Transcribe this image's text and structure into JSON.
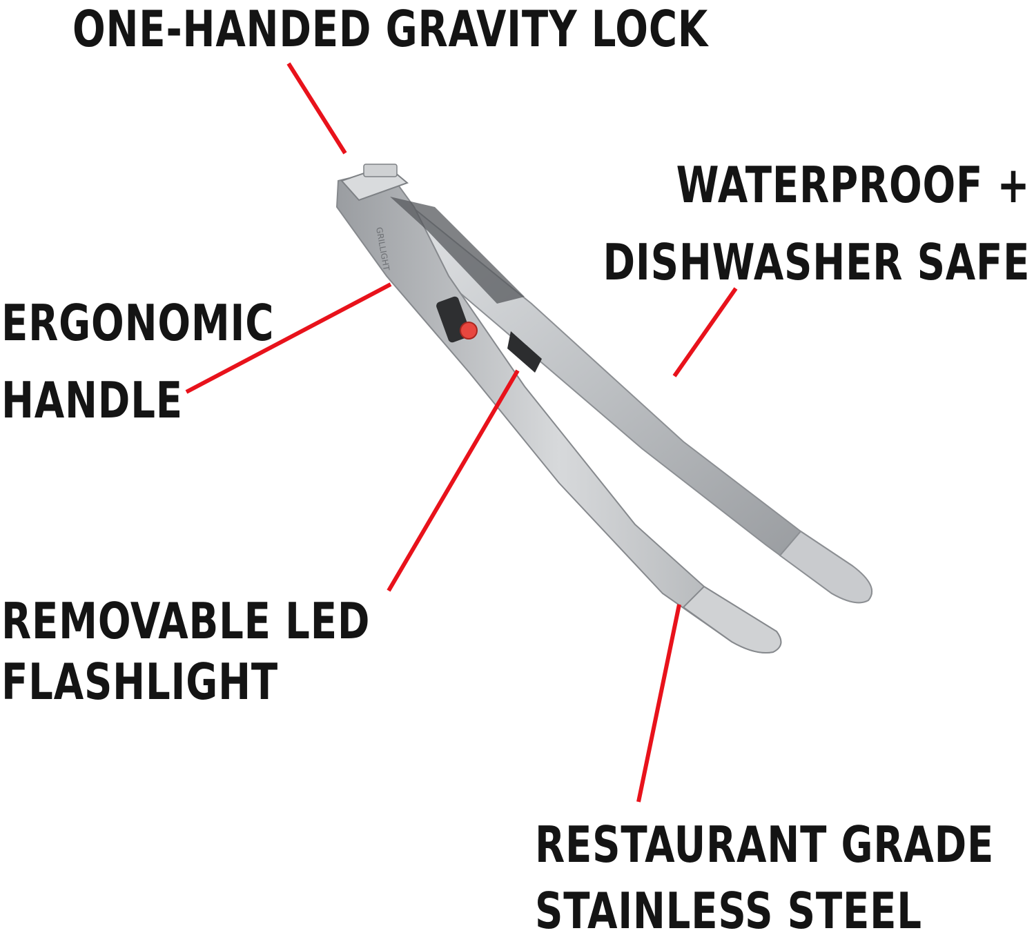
{
  "labels": {
    "gravity_lock": "ONE-HANDED GRAVITY LOCK",
    "waterproof_line1": "WATERPROOF +",
    "waterproof_line2": "DISHWASHER SAFE",
    "ergonomic_line1": "ERGONOMIC",
    "ergonomic_line2": "HANDLE",
    "flashlight_line1": "REMOVABLE LED",
    "flashlight_line2": "FLASHLIGHT",
    "steel_line1": "RESTAURANT GRADE",
    "steel_line2": "STAINLESS STEEL"
  },
  "product": {
    "engraving": "GRILLIGHT"
  },
  "colors": {
    "callout_line": "#e8121b",
    "text": "#141414",
    "steel": "#b9bcbf",
    "button": "#e8473f"
  }
}
